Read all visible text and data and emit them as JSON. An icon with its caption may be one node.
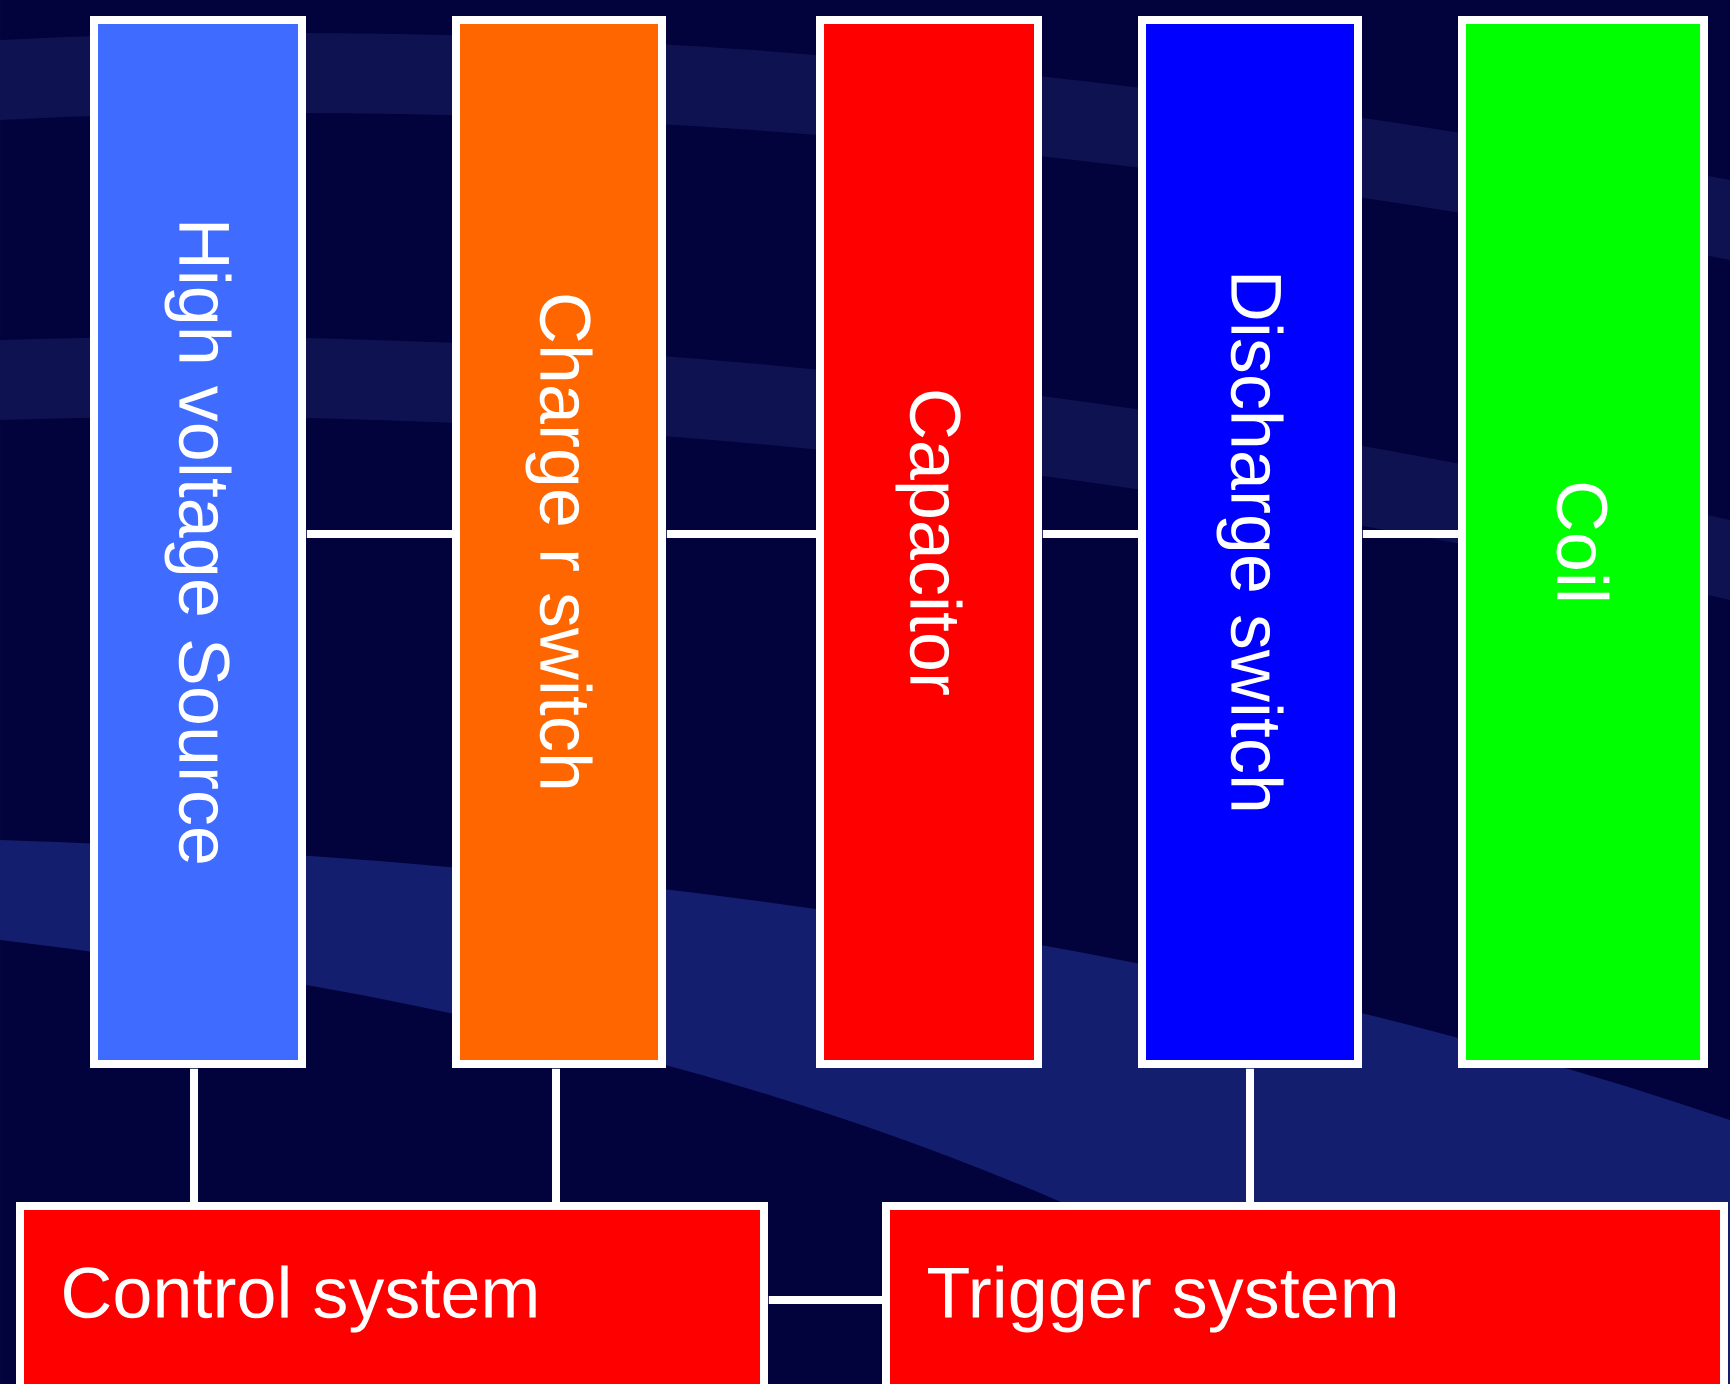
{
  "diagram": {
    "nodes": [
      {
        "text": [
          "High voltage Source"
        ]
      },
      {
        "text": [
          "Charge r switch"
        ]
      },
      {
        "text": [
          "Capacitor"
        ]
      },
      {
        "text": [
          "Discharge switch"
        ]
      },
      {
        "text": [
          "Coil"
        ]
      },
      {
        "text": [
          "Control system"
        ]
      },
      {
        "text": [
          "Trigger system"
        ]
      }
    ],
    "edges": [
      {
        "from": 0,
        "to": 1,
        "arrow": "none"
      },
      {
        "from": 1,
        "to": 2,
        "arrow": "none"
      },
      {
        "from": 2,
        "to": 3,
        "arrow": "none"
      },
      {
        "from": 3,
        "to": 4,
        "arrow": "none"
      },
      {
        "from": 0,
        "to": 5,
        "arrow": "none"
      },
      {
        "from": 1,
        "to": 5,
        "arrow": "none"
      },
      {
        "from": 3,
        "to": 6,
        "arrow": "none"
      },
      {
        "from": 5,
        "to": 6,
        "arrow": "none"
      }
    ]
  }
}
